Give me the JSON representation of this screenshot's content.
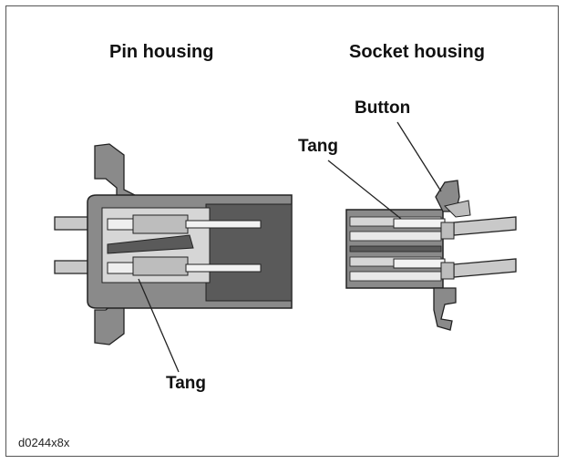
{
  "figure": {
    "pin_title": "Pin housing",
    "socket_title": "Socket housing",
    "pin_tang_label": "Tang",
    "socket_tang_label": "Tang",
    "button_label": "Button",
    "figure_code": "d0244x8x"
  },
  "colors": {
    "housing_fill": "#8a8a8a",
    "housing_dark": "#5a5a5a",
    "wire": "#c9c9c9",
    "outline": "#222222"
  }
}
